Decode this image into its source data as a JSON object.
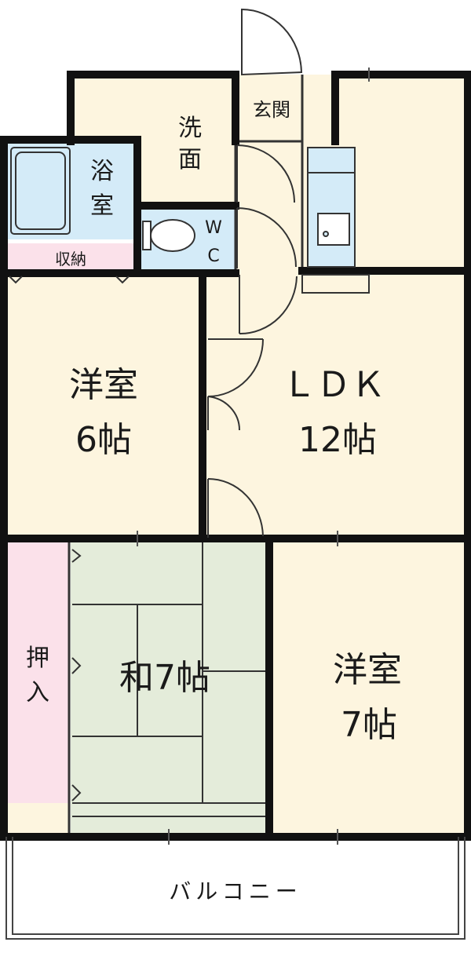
{
  "floorplan": {
    "rooms": {
      "wash": {
        "label_line1": "洗",
        "label_line2": "面"
      },
      "entry": {
        "label": "玄関"
      },
      "bath": {
        "label_line1": "浴",
        "label_line2": "室"
      },
      "wc": {
        "label_line1": "W",
        "label_line2": "C"
      },
      "storage": {
        "label": "収納"
      },
      "western6": {
        "label_line1": "洋室",
        "label_line2": "6帖"
      },
      "ldk": {
        "label_line1": "ＬＤＫ",
        "label_line2": "12帖"
      },
      "japanese": {
        "label": "和7帖"
      },
      "oshiire": {
        "label_line1": "押",
        "label_line2": "入"
      },
      "western7": {
        "label_line1": "洋室",
        "label_line2": "7帖"
      },
      "balcony": {
        "label": "バルコニー"
      }
    },
    "colors": {
      "room": "#fdf5df",
      "bath": "#d4ebf8",
      "closet": "#fbe1ea",
      "tatami": "#e4ecda",
      "wall": "#111111",
      "line": "#333333"
    },
    "icons": [
      "door-swing-icon",
      "toilet-icon",
      "bathtub-icon",
      "kitchen-sink-icon"
    ]
  }
}
